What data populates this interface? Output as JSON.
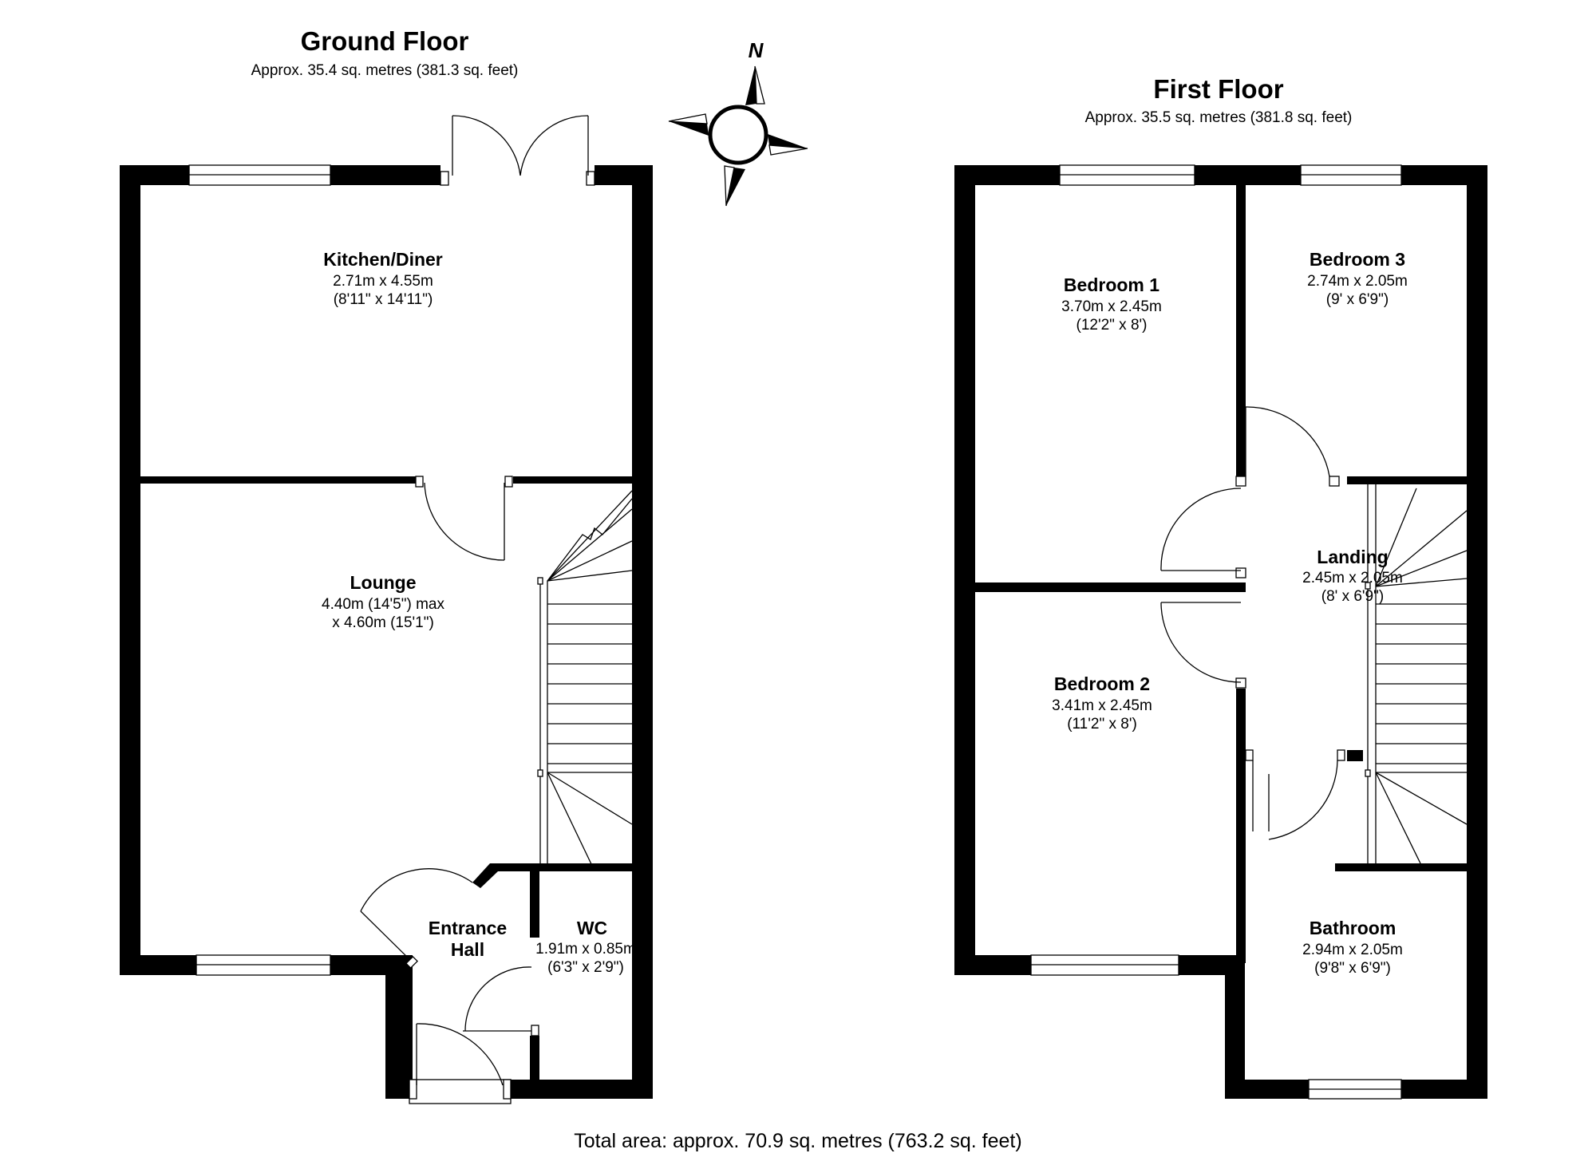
{
  "ground_floor": {
    "title": "Ground Floor",
    "area": "Approx. 35.4 sq. metres (381.3 sq. feet)",
    "rooms": {
      "kitchen": {
        "name": "Kitchen/Diner",
        "dim1": "2.71m x 4.55m",
        "dim2": "(8'11\" x 14'11\")"
      },
      "lounge": {
        "name": "Lounge",
        "dim1": "4.40m (14'5\") max",
        "dim2": "x 4.60m (15'1\")"
      },
      "hall": {
        "name1": "Entrance",
        "name2": "Hall"
      },
      "wc": {
        "name": "WC",
        "dim1": "1.91m x 0.85m",
        "dim2": "(6'3\" x 2'9\")"
      }
    }
  },
  "first_floor": {
    "title": "First Floor",
    "area": "Approx. 35.5 sq. metres (381.8 sq. feet)",
    "rooms": {
      "bedroom1": {
        "name": "Bedroom 1",
        "dim1": "3.70m x 2.45m",
        "dim2": "(12'2\" x 8')"
      },
      "bedroom2": {
        "name": "Bedroom 2",
        "dim1": "3.41m x 2.45m",
        "dim2": "(11'2\" x 8')"
      },
      "bedroom3": {
        "name": "Bedroom 3",
        "dim1": "2.74m x 2.05m",
        "dim2": "(9' x 6'9\")"
      },
      "landing": {
        "name": "Landing",
        "dim1": "2.45m x 2.05m",
        "dim2": "(8' x 6'9\")"
      },
      "bathroom": {
        "name": "Bathroom",
        "dim1": "2.94m x 2.05m",
        "dim2": "(9'8\" x 6'9\")"
      }
    }
  },
  "compass": {
    "label": "N"
  },
  "total_area": "Total area: approx. 70.9 sq. metres (763.2 sq. feet)"
}
